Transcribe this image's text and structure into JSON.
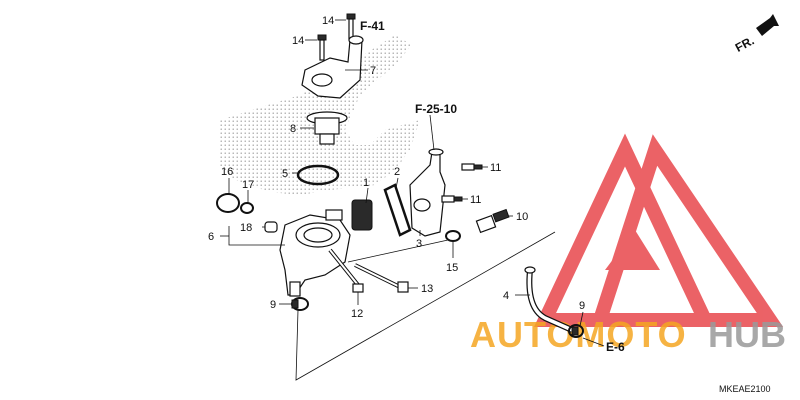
{
  "diagram": {
    "references": {
      "f41": "F-41",
      "f2510": "F-25-10",
      "e6": "E-6",
      "fr": "FR."
    },
    "callouts": {
      "c1": "1",
      "c2": "2",
      "c3": "3",
      "c4": "4",
      "c5": "5",
      "c6": "6",
      "c7": "7",
      "c8": "8",
      "c9a": "9",
      "c9b": "9",
      "c10": "10",
      "c11a": "11",
      "c11b": "11",
      "c12": "12",
      "c13": "13",
      "c14a": "14",
      "c14b": "14",
      "c15": "15",
      "c16": "16",
      "c17": "17",
      "c18": "18"
    },
    "diagram_code": "MKEAE2100"
  },
  "watermark": {
    "text_orange": "AUTOMOTO",
    "text_gray": "HUB",
    "color_red": "#e8474c",
    "color_orange": "#f5a623",
    "color_gray": "#9a9a9a"
  }
}
